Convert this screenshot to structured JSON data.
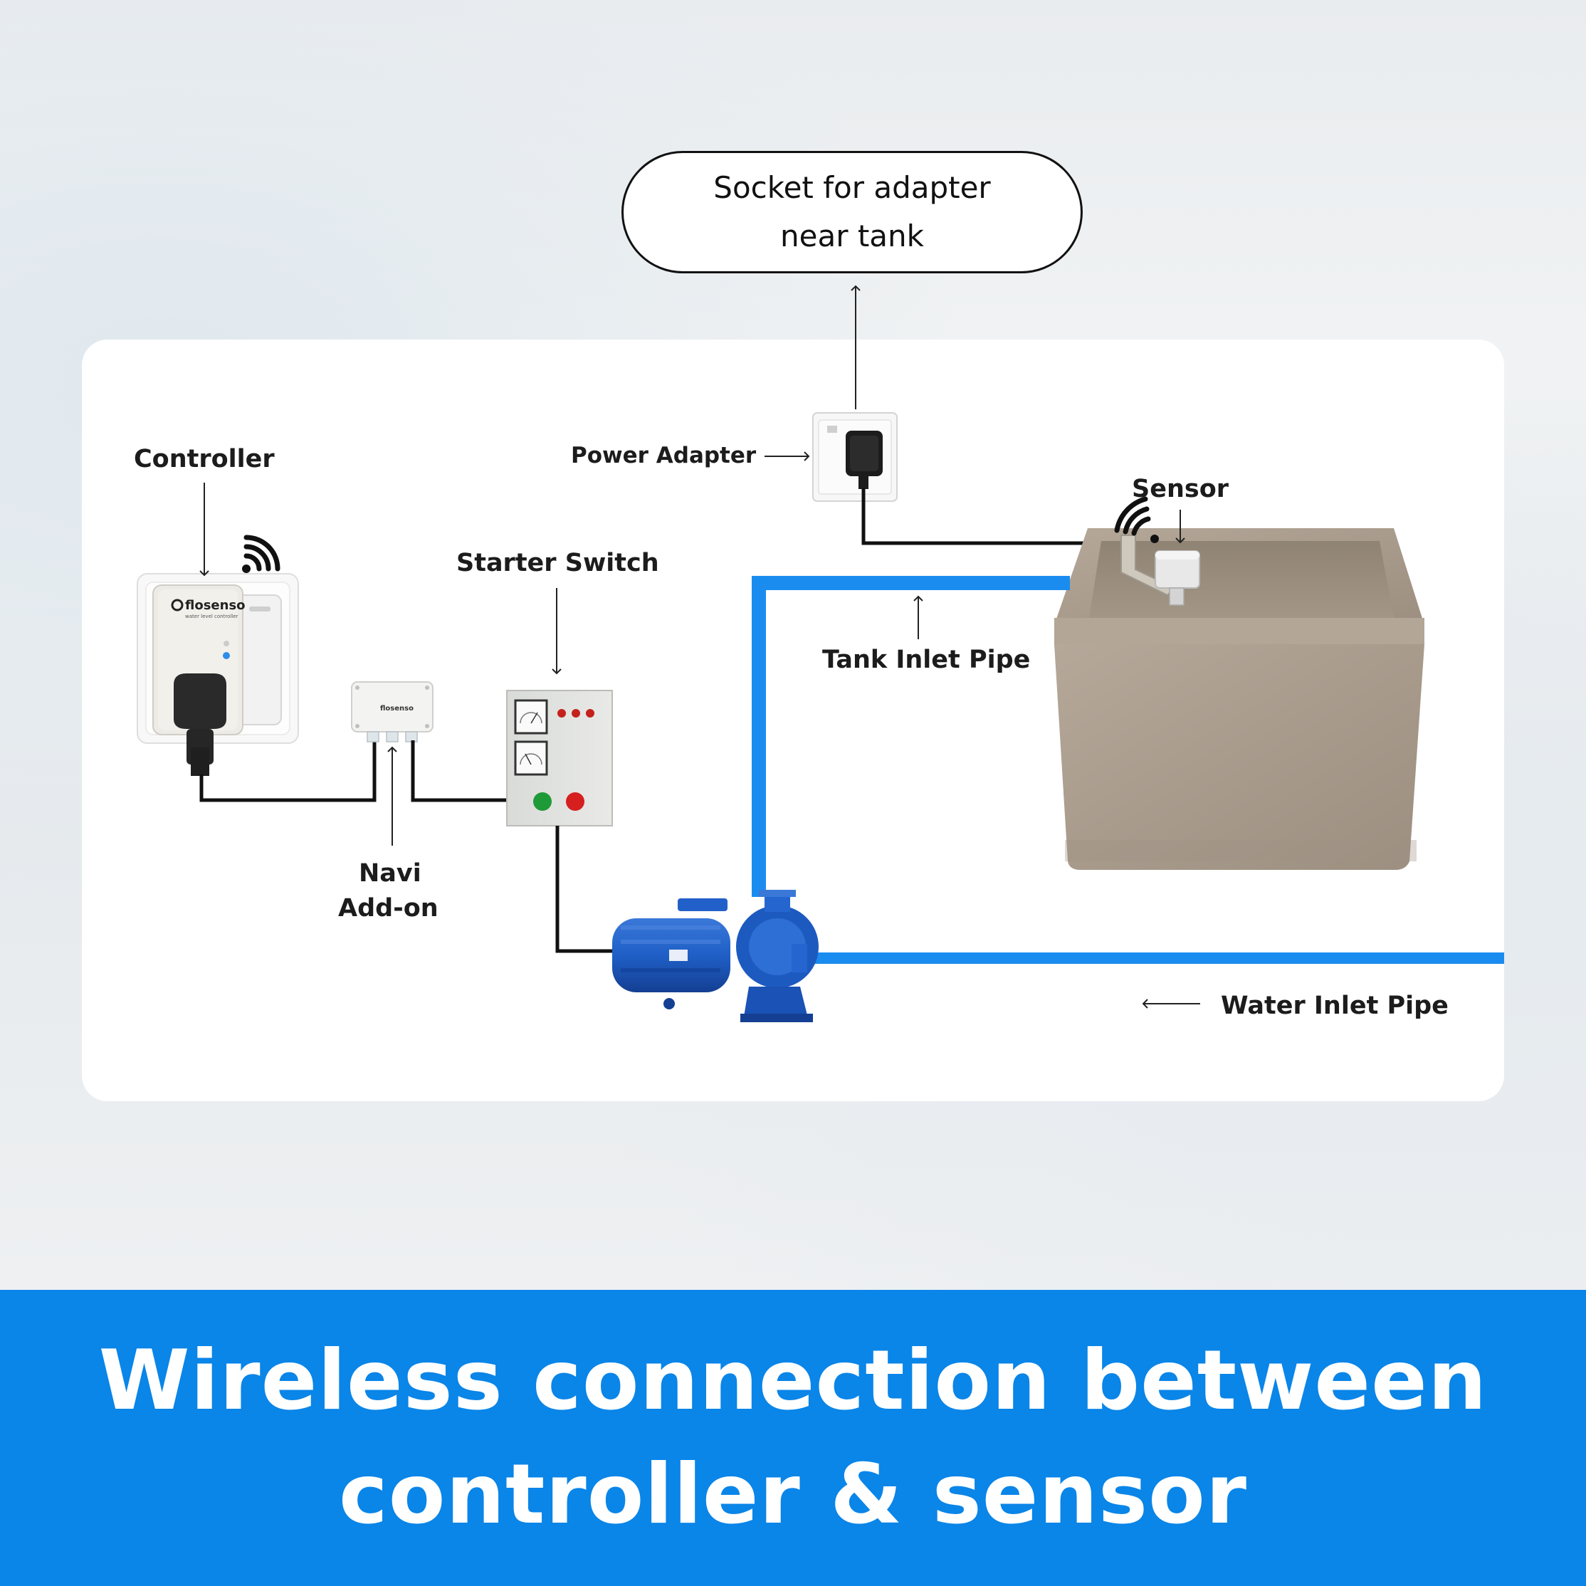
{
  "callout": {
    "line1": "Socket for adapter",
    "line2": "near tank"
  },
  "labels": {
    "controller": "Controller",
    "power_adapter": "Power Adapter",
    "sensor": "Sensor",
    "starter_switch": "Starter Switch",
    "tank_inlet_pipe": "Tank Inlet Pipe",
    "navi_line1": "Navi",
    "navi_line2": "Add-on",
    "water_inlet_pipe": "Water Inlet Pipe"
  },
  "brand": {
    "name": "flosenso",
    "tagline": "water level controller"
  },
  "banner": {
    "line1": "Wireless connection between",
    "line2": "controller & sensor"
  },
  "colors": {
    "banner": "#0a85e8",
    "pipe": "#1a8cf0",
    "wire": "#111111"
  }
}
